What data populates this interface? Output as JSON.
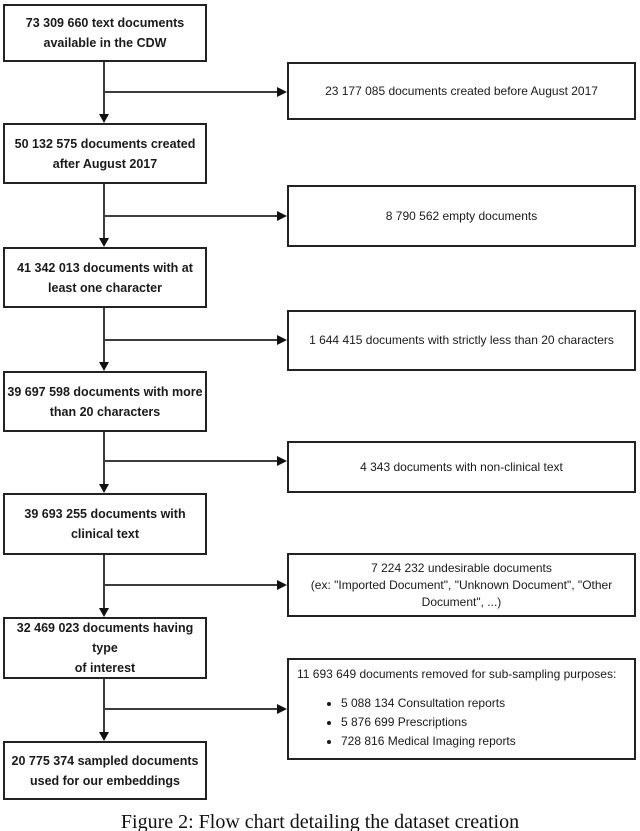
{
  "flowchart": {
    "left_boxes": [
      {
        "label": "73 309 660 text documents\navailable in the CDW"
      },
      {
        "label": "50 132 575 documents created\nafter August 2017"
      },
      {
        "label": "41 342 013 documents with at\nleast one character"
      },
      {
        "label": "39 697 598 documents with more\nthan 20 characters"
      },
      {
        "label": "39 693 255 documents with\nclinical text"
      },
      {
        "label": "32 469 023 documents having type\nof interest"
      },
      {
        "label": "20 775 374 sampled documents\nused for our embeddings"
      }
    ],
    "right_boxes": [
      {
        "label": "23 177 085 documents created before August 2017"
      },
      {
        "label": "8 790 562 empty documents"
      },
      {
        "label": "1 644 415 documents with strictly less than 20 characters"
      },
      {
        "label": "4 343 documents with non-clinical text"
      },
      {
        "label": "7 224 232 undesirable documents\n(ex: \"Imported Document\", \"Unknown Document\", \"Other\nDocument\", ...)"
      },
      {
        "heading": "11 693 649 documents removed for sub-sampling purposes:",
        "bullets": [
          "5 088 134 Consultation reports",
          "5 876 699 Prescriptions",
          "728 816 Medical Imaging reports"
        ]
      }
    ],
    "colors": {
      "box_border": "#222222",
      "arrow": "#3c3c3c",
      "text": "#1a1a1a",
      "background": "#ffffff"
    }
  },
  "figure": {
    "caption": "Figure 2: Flow chart detailing the dataset creation"
  }
}
